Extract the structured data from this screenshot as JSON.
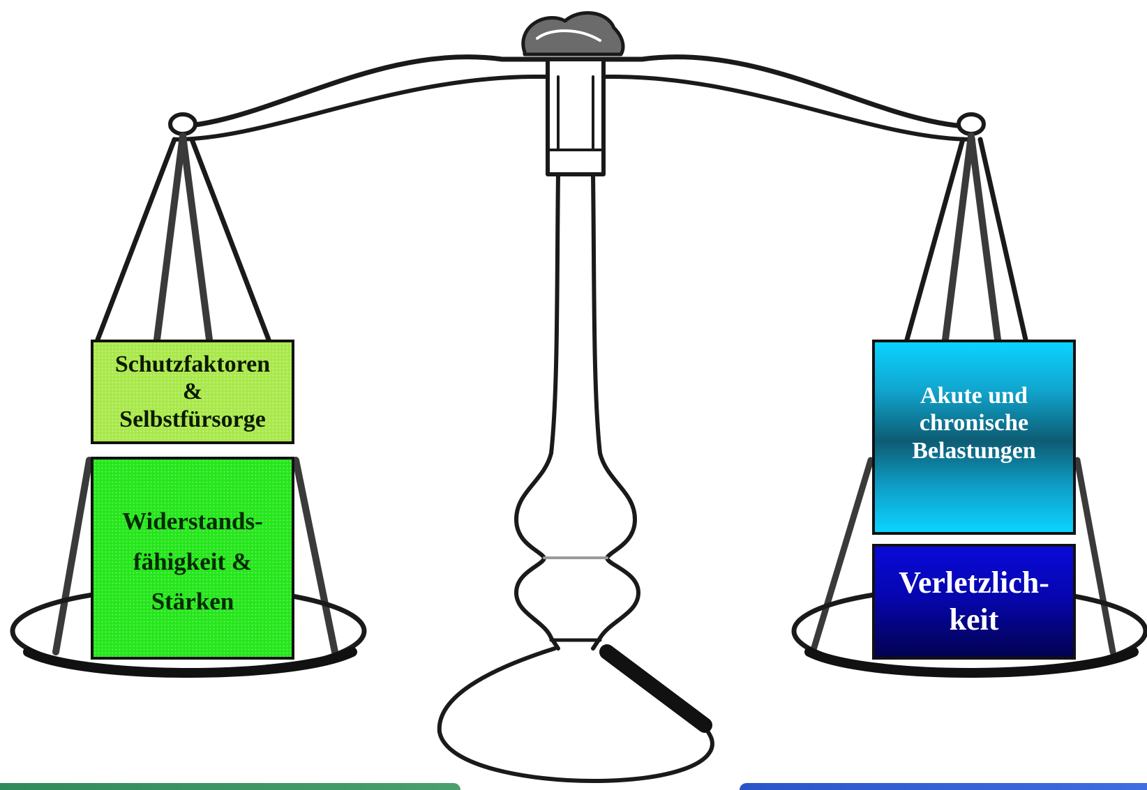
{
  "diagram": {
    "left_pan": {
      "top_box": {
        "lines": [
          "Schutzfaktoren",
          "&",
          "Selbstfürsorge"
        ],
        "color": "#a9e84a"
      },
      "bottom_box": {
        "lines": [
          "Widerstands-",
          "fähigkeit &",
          "Stärken"
        ],
        "color": "#25e61b"
      }
    },
    "right_pan": {
      "top_box": {
        "lines": [
          "Akute und",
          "chronische",
          "Belastungen"
        ],
        "color": "#0bd3ff"
      },
      "bottom_box": {
        "lines": [
          "Verletzlich-",
          "keit"
        ],
        "color": "#0606b0"
      }
    },
    "icon": "balance-scale-icon"
  }
}
